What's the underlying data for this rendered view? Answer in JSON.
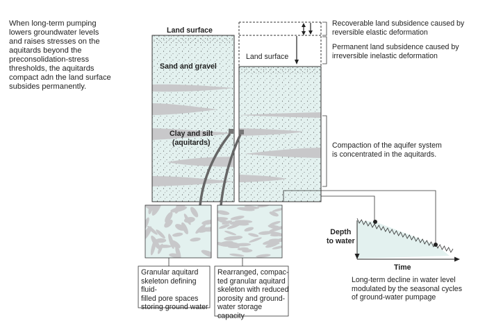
{
  "intro_text": "When long-term pumping\nlowers groundwater levels\nand raises stresses on the\naquitards beyond the\npreconsolidation-stress\nthresholds, the aquitards\ncompact adn the land surface\nsubsides permanently.",
  "left_column": {
    "land_surface_label": "Land surface",
    "sand_gravel_label": "Sand and gravel",
    "clay_silt_label": "Clay and silt\n(aquitards)"
  },
  "right_column": {
    "land_surface_label": "Land surface"
  },
  "annotations": {
    "recoverable": "Recoverable land subsidence caused by\nreversible elastic deformation",
    "permanent": "Permanent land subsidence caused by\nirreversible inelastic deformation",
    "compaction": "Compaction of the aquifer system\nis concentrated in the aquitards."
  },
  "inset_boxes": {
    "granular_caption": "Granular aquitard\nskeleton defining fluid-\nfilled pore spaces\nstoring ground water",
    "rearranged_caption": "Rearranged, compac-\nted granular aquitard\nskeleton with reduced\nporosity and ground-\nwater storage capacity"
  },
  "graph": {
    "y_label": "Depth\nto water",
    "x_label": "Time",
    "caption": "Long-term decline in water level\nmodulated by the seasonal cycles\nof ground-water pumpage"
  },
  "colors": {
    "aquifer_fill": "#e3f1ef",
    "clay_lens": "#c8c8ca",
    "stroke": "#333333",
    "marker": "#777777",
    "thick_line": "#666666"
  }
}
